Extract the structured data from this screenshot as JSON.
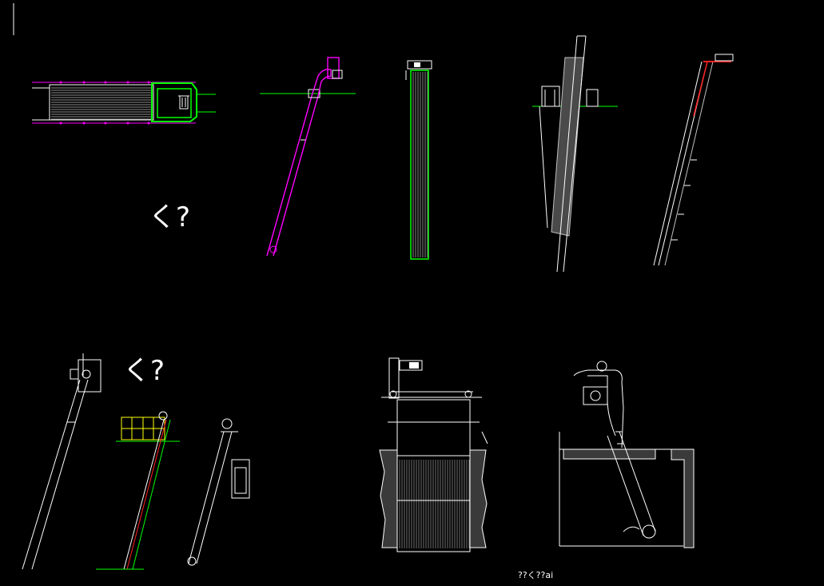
{
  "colors": {
    "background": "#000000",
    "line": "#ffffff",
    "magenta": "#ff00ff",
    "green": "#00ff00",
    "red": "#ff2020",
    "yellow": "#ffff00",
    "gray": "#909090"
  },
  "labels": {
    "label_a": "く?",
    "label_b": "く?",
    "caption": "??く??ai"
  }
}
